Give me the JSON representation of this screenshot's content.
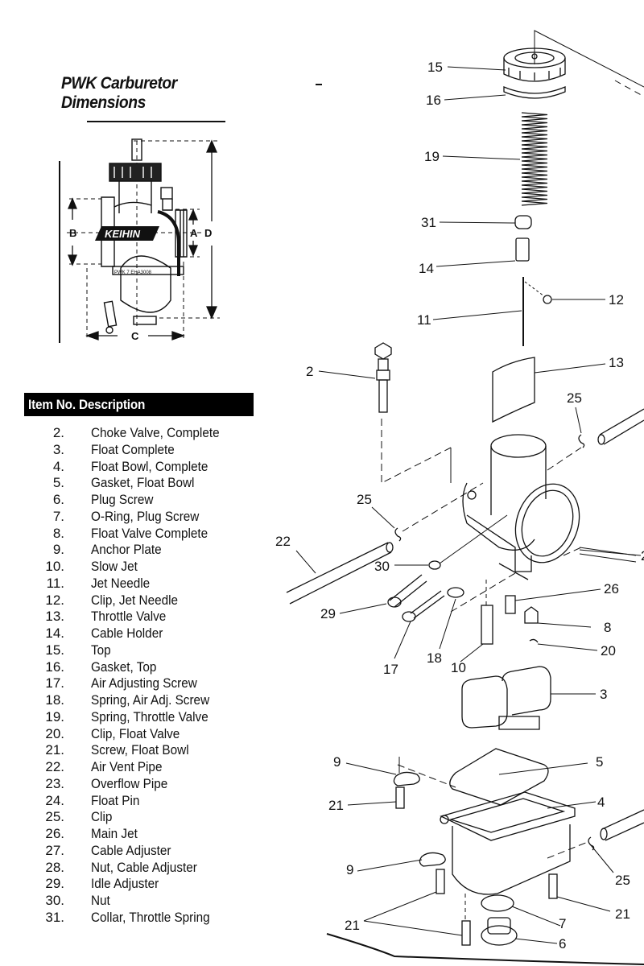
{
  "document": {
    "title_line1": "PWK Carburetor",
    "title_line2": "Dimensions",
    "dimension_labels": {
      "a": "A",
      "b": "B",
      "c": "C",
      "d": "D"
    },
    "brand_mark": "KEIHIN",
    "body_marking": "PWK 7 EHA3008"
  },
  "parts_table": {
    "header": "Item No. Description",
    "items": [
      {
        "num": "2.",
        "desc": "Choke Valve, Complete"
      },
      {
        "num": "3.",
        "desc": "Float Complete"
      },
      {
        "num": "4.",
        "desc": "Float Bowl, Complete"
      },
      {
        "num": "5.",
        "desc": "Gasket, Float Bowl"
      },
      {
        "num": "6.",
        "desc": "Plug Screw"
      },
      {
        "num": "7.",
        "desc": "O-Ring, Plug Screw"
      },
      {
        "num": "8.",
        "desc": " Float Valve Complete"
      },
      {
        "num": "9.",
        "desc": "Anchor Plate"
      },
      {
        "num": "10.",
        "desc": "Slow Jet"
      },
      {
        "num": "11.",
        "desc": "Jet Needle"
      },
      {
        "num": "12.",
        "desc": "Clip, Jet Needle"
      },
      {
        "num": "13.",
        "desc": "Throttle Valve"
      },
      {
        "num": "14.",
        "desc": "Cable Holder"
      },
      {
        "num": "15.",
        "desc": "Top"
      },
      {
        "num": "16.",
        "desc": "Gasket, Top"
      },
      {
        "num": "17.",
        "desc": "Air Adjusting Screw"
      },
      {
        "num": "18.",
        "desc": "Spring, Air Adj. Screw"
      },
      {
        "num": "19.",
        "desc": "Spring, Throttle Valve"
      },
      {
        "num": "20.",
        "desc": "Clip, Float Valve"
      },
      {
        "num": "21.",
        "desc": "Screw, Float Bowl"
      },
      {
        "num": "22.",
        "desc": "Air Vent Pipe"
      },
      {
        "num": "23.",
        "desc": "Overflow Pipe"
      },
      {
        "num": "24.",
        "desc": "Float Pin"
      },
      {
        "num": "25.",
        "desc": "Clip"
      },
      {
        "num": "26.",
        "desc": "Main Jet"
      },
      {
        "num": "27.",
        "desc": "Cable Adjuster"
      },
      {
        "num": "28.",
        "desc": "Nut, Cable Adjuster"
      },
      {
        "num": "29.",
        "desc": "Idle Adjuster"
      },
      {
        "num": "30.",
        "desc": "Nut"
      },
      {
        "num": "31.",
        "desc": "Collar, Throttle Spring"
      }
    ]
  },
  "callouts": {
    "c15": "15",
    "c16": "16",
    "c19": "19",
    "c31": "31",
    "c14": "14",
    "c12": "12",
    "c11": "11",
    "c2": "2",
    "c13": "13",
    "c25a": "25",
    "c25b": "25",
    "c25c": "25",
    "c22": "22",
    "c30": "30",
    "c2x": "2",
    "c29": "29",
    "c26": "26",
    "c8": "8",
    "c17": "17",
    "c18": "18",
    "c10": "10",
    "c20": "20",
    "c3": "3",
    "c9a": "9",
    "c5": "5",
    "c21a": "21",
    "c4": "4",
    "c9b": "9",
    "c21b": "21",
    "c21c": "21",
    "c7": "7",
    "c6": "6"
  }
}
